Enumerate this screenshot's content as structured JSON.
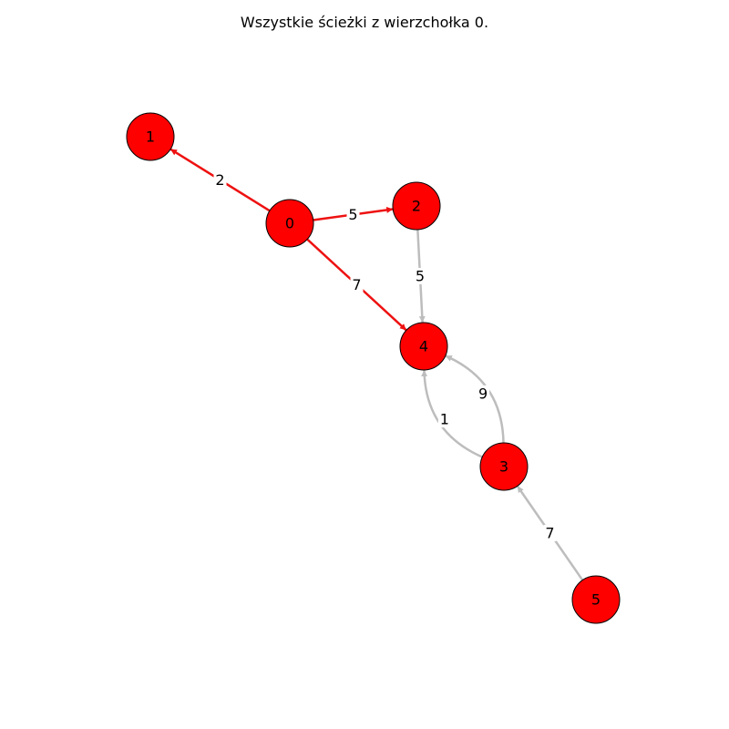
{
  "title": "Wszystkie ścieżki z wierzchołka 0.",
  "colors": {
    "node_fill": "#ff0000",
    "node_stroke": "#000000",
    "path_edge": "#ee1111",
    "other_edge": "#bdbdbd"
  },
  "nodes": [
    "0",
    "1",
    "2",
    "3",
    "4",
    "5"
  ],
  "edges": [
    {
      "from": "0",
      "to": "1",
      "weight": "2",
      "on_path": true
    },
    {
      "from": "0",
      "to": "2",
      "weight": "5",
      "on_path": true
    },
    {
      "from": "0",
      "to": "4",
      "weight": "7",
      "on_path": true
    },
    {
      "from": "2",
      "to": "4",
      "weight": "5",
      "on_path": false
    },
    {
      "from": "3",
      "to": "4",
      "weight": "1",
      "on_path": false
    },
    {
      "from": "3",
      "to": "4",
      "weight": "9",
      "on_path": false
    },
    {
      "from": "5",
      "to": "3",
      "weight": "7",
      "on_path": false
    }
  ]
}
